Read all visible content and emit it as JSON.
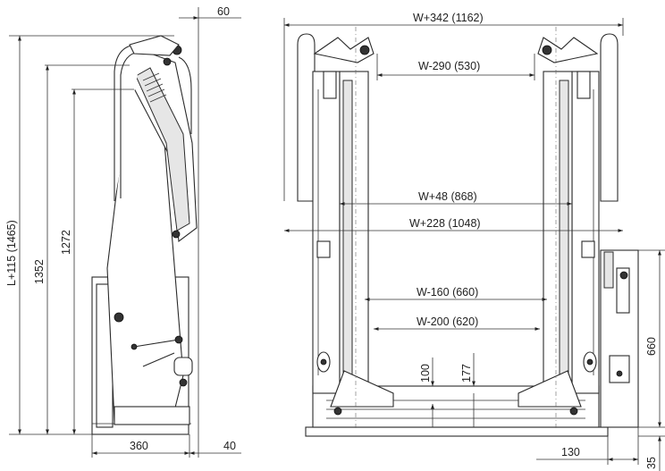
{
  "side_view": {
    "dims": {
      "top_offset": "60",
      "overall_height": "L+115 (1465)",
      "height_1352": "1352",
      "height_1272": "1272",
      "base_width": "360",
      "base_offset": "40"
    }
  },
  "front_view": {
    "dims": {
      "overall_width": "W+342  (1162)",
      "clear_top": "W-290  (530)",
      "width_868": "W+48  (868)",
      "width_1048": "W+228  (1048)",
      "width_660": "W-160  (660)",
      "width_620": "W-200  (620)",
      "height_100": "100",
      "height_177": "177",
      "height_660": "660",
      "offset_130": "130",
      "offset_35": "35"
    }
  }
}
